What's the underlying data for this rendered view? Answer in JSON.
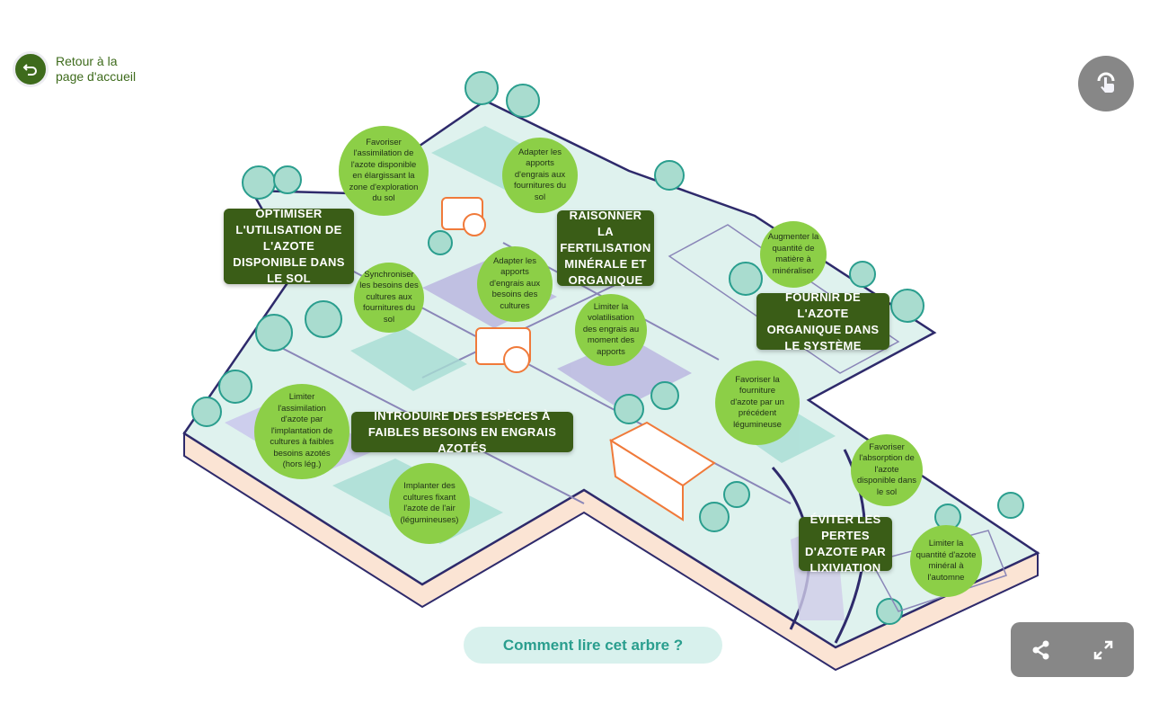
{
  "nav": {
    "back_label_line1": "Retour à la",
    "back_label_line2": "page d'accueil"
  },
  "icons": {
    "back": "undo-arrow-icon",
    "interact": "hand-tap-icon",
    "share": "share-icon",
    "fullscreen": "expand-icon"
  },
  "colors": {
    "dark_green": "#3a5d17",
    "light_green": "#8ccf47",
    "teal": "#2a9e8e",
    "ground": "#dff2ee",
    "outline": "#2e2a6b",
    "soil": "#fbe4d4",
    "orange": "#f07a3a"
  },
  "objectives": [
    {
      "id": "optimiser",
      "label": "OPTIMISER L'UTILISATION DE L'AZOTE DISPONIBLE DANS LE SOL"
    },
    {
      "id": "raisonner",
      "label": "RAISONNER LA FERTILISATION MINÉRALE ET ORGANIQUE"
    },
    {
      "id": "fournir",
      "label": "FOURNIR DE L'AZOTE ORGANIQUE DANS LE SYSTÈME"
    },
    {
      "id": "introduire",
      "label": "INTRODUIRE DES ESPÈCES À FAIBLES BESOINS EN ENGRAIS AZOTÉS"
    },
    {
      "id": "eviter",
      "label": "ÉVITER LES PERTES D'AZOTE PAR LIXIVIATION"
    }
  ],
  "levers": [
    {
      "label": "Favoriser l'assimilation de l'azote disponible en élargissant la zone d'exploration du sol"
    },
    {
      "label": "Adapter les apports d'engrais aux fournitures du sol"
    },
    {
      "label": "Synchroniser les besoins des cultures aux fournitures du sol"
    },
    {
      "label": "Adapter les apports d'engrais aux besoins des cultures"
    },
    {
      "label": "Limiter la volatilisation des engrais au moment des apports"
    },
    {
      "label": "Augmenter la quantité de matière à minéraliser"
    },
    {
      "label": "Favoriser la fourniture d'azote par un précédent légumineuse"
    },
    {
      "label": "Favoriser l'absorption de l'azote disponible dans le sol"
    },
    {
      "label": "Limiter l'assimilation d'azote par l'implantation de cultures à faibles besoins azotés (hors lég.)"
    },
    {
      "label": "Implanter des cultures fixant l'azote de l'air (légumineuses)"
    },
    {
      "label": "Limiter la quantité d'azote minéral à l'automne"
    }
  ],
  "howto_label": "Comment lire cet arbre ?"
}
